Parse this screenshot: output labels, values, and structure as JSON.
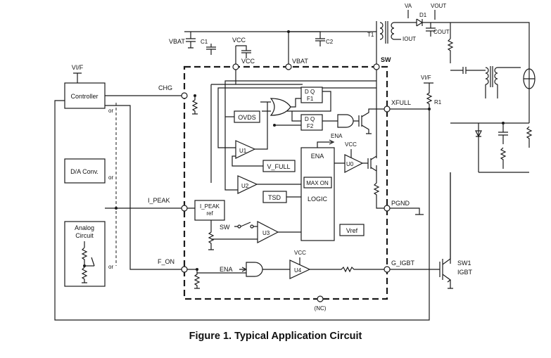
{
  "figure": {
    "caption": "Figure 1. Typical Application Circuit"
  },
  "labels": {
    "va": "VA",
    "vout": "VOUT",
    "d1": "D1",
    "t1": "T1",
    "iout": "IOUT",
    "cout": "COUT",
    "sw": "SW",
    "vbat_left": "VBAT",
    "c1": "C1",
    "vcc_top": "VCC",
    "c2": "C2",
    "vcc_pin": "VCC",
    "vbat_pin": "VBAT",
    "vif_left": "VI/F",
    "controller": "Controller",
    "or1": "or",
    "da_conv": "D/A Conv.",
    "or2": "or",
    "analog_circuit_1": "Analog",
    "analog_circuit_2": "Circuit",
    "or3": "or",
    "chg": "CHG",
    "i_peak": "I_PEAK",
    "f_on": "F_ON",
    "ov_ds": "OVDS",
    "f1": "F1",
    "f2": "F2",
    "dq1": "D Q",
    "dq2": "D Q",
    "u1": "U1",
    "u2": "U2",
    "u3": "U3",
    "u4": "U4",
    "u0": "U0",
    "v_full": "V_FULL",
    "tsd": "TSD",
    "ena_box": "ENA",
    "max_on": "MAX ON",
    "logic": "LOGIC",
    "ena_top": "ENA",
    "vcc_u0": "VCC",
    "vcc_u4": "VCC",
    "i_peak_ref_1": "I_PEAK",
    "i_peak_ref_2": "ref",
    "sw_switch": "SW",
    "ena_and": "ENA",
    "vref": "Vref",
    "xfull": "XFULL",
    "vif_right": "VI/F",
    "r1": "R1",
    "pgnd": "PGND",
    "g_igbt": "G_IGBT",
    "sw1": "SW1",
    "igbt": "IGBT",
    "nc": "(NC)"
  }
}
